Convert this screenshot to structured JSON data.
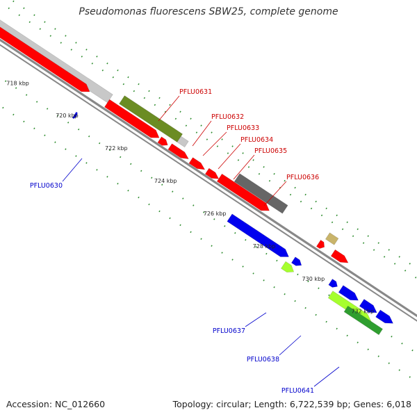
{
  "title": "Pseudomonas fluorescens SBW25, complete genome",
  "footer": {
    "accession": "Accession: NC_012660",
    "stats": "Topology: circular; Length: 6,722,539 bp; Genes: 6,018"
  },
  "colors": {
    "backbone": "#888888",
    "tick": "#2a8a2a",
    "forward_label": "#cc0000",
    "reverse_label": "#0000cc",
    "red": "#ff0000",
    "blue": "#0000ee",
    "olive": "#6b8c23",
    "grey": "#666666",
    "light_grey": "#c8c8c8",
    "lime": "#a6ff2e",
    "green": "#2f9e2f",
    "tan": "#c9b46a"
  },
  "scale_labels": [
    "718 kbp",
    "720 kbp",
    "722 kbp",
    "724 kbp",
    "726 kbp",
    "728 kbp",
    "730 kbp",
    "732 kbp"
  ],
  "gene_labels_forward": [
    "PFLU0631",
    "PFLU0632",
    "PFLU0633",
    "PFLU0634",
    "PFLU0635",
    "PFLU0636"
  ],
  "gene_labels_reverse": [
    "PFLU0630",
    "PFLU0637",
    "PFLU0638",
    "PFLU0641"
  ]
}
